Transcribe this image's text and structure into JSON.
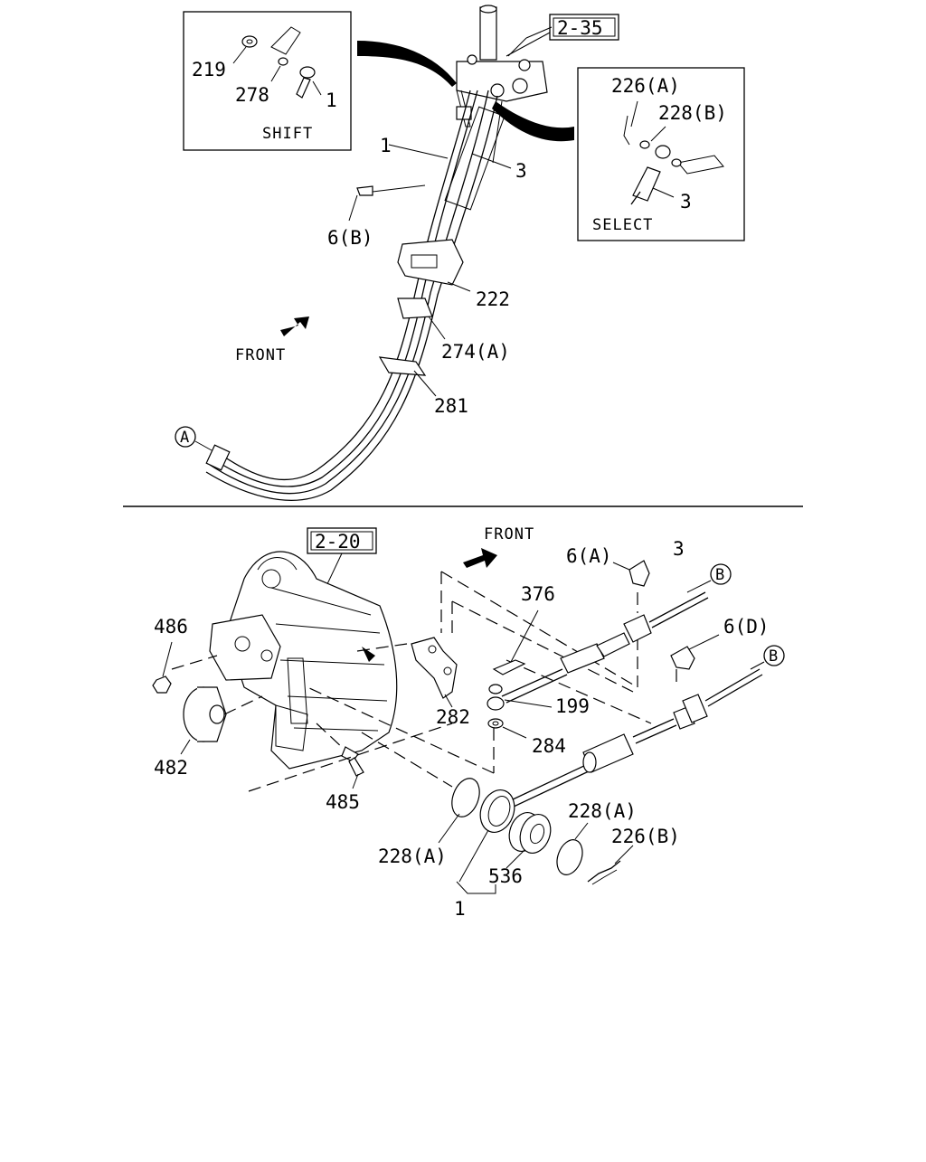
{
  "labels": {
    "ref_2_35": "2-35",
    "ref_2_20": "2-20",
    "p219": "219",
    "p278": "278",
    "p1_shift": "1",
    "shift": "SHIFT",
    "p226a_top": "226(A)",
    "p228b": "228(B)",
    "p3_select": "3",
    "select": "SELECT",
    "p1_main": "1",
    "p3_main": "3",
    "p6b": "6(B)",
    "p222": "222",
    "p274a": "274(A)",
    "p281": "281",
    "front_top": "FRONT",
    "circle_a": "A",
    "front_bottom": "FRONT",
    "p6a": "6(A)",
    "p3_bottom": "3",
    "circle_b1": "B",
    "p376": "376",
    "p486": "486",
    "p6d": "6(D)",
    "circle_b2": "B",
    "p199": "199",
    "p282": "282",
    "p284": "284",
    "p482": "482",
    "p485": "485",
    "p228a_left": "228(A)",
    "p228a_right": "228(A)",
    "p226b": "226(B)",
    "p536": "536",
    "p1_bottom": "1"
  }
}
